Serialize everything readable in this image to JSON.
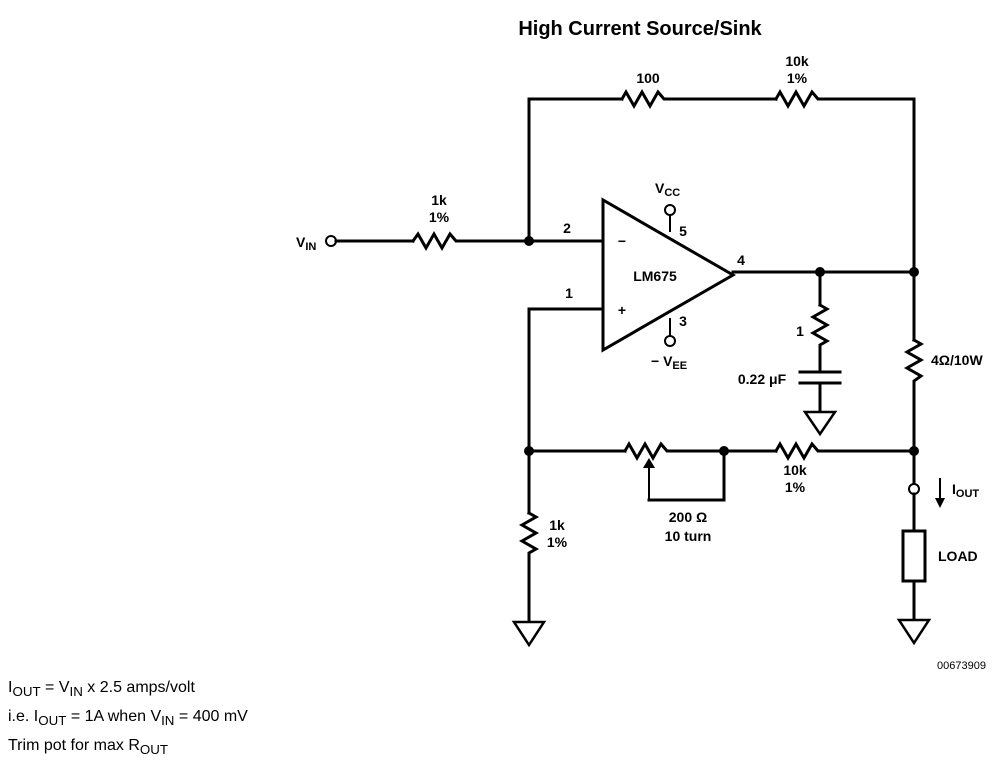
{
  "title": "High Current Source/Sink",
  "components": {
    "r_fb1": "100",
    "r_fb2_value": "10k",
    "r_fb2_tol": "1%",
    "r_in_value": "1k",
    "r_in_tol": "1%",
    "r_gnd_value": "1k",
    "r_gnd_tol": "1%",
    "r_sense": "4Ω/10W",
    "r_snub": "1",
    "c_snub": "0.22 μF",
    "r_ret_value": "10k",
    "r_ret_tol": "1%",
    "pot_value": "200 Ω",
    "pot_turns": "10 turn",
    "load": "LOAD"
  },
  "opamp": {
    "name": "LM675",
    "minus": "−",
    "plus": "+",
    "pin_inv": "2",
    "pin_noninv": "1",
    "pin_out": "4",
    "pin_vcc": "5",
    "pin_vee": "3"
  },
  "labels": {
    "vin_main": "V",
    "vin_sub": "IN",
    "vcc_main": "V",
    "vcc_sub": "CC",
    "vee_main": "− V",
    "vee_sub": "EE",
    "iout_main": "I",
    "iout_sub": "OUT",
    "figure_id": "00673909"
  },
  "notes": {
    "line1": {
      "a": "I",
      "a_sub": "OUT",
      "b": " = V",
      "b_sub": "IN",
      "c": " x 2.5 amps/volt"
    },
    "line2": {
      "a": "i.e. I",
      "a_sub": "OUT",
      "b": " = 1A when V",
      "b_sub": "IN",
      "c": " = 400 mV"
    },
    "line3": {
      "a": "Trim pot for max R",
      "a_sub": "OUT"
    }
  }
}
